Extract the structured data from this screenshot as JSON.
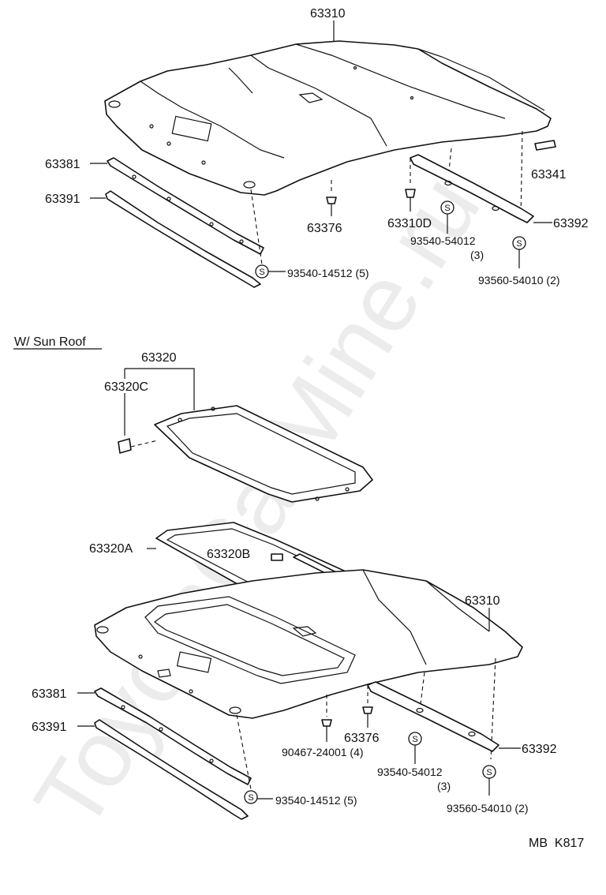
{
  "watermark": "ToyotaCarMine.ru",
  "section_heading": "W/ Sun Roof",
  "diagram_code": "MB  K817",
  "fastener_symbol": "S",
  "top_labels": {
    "headliner": "63310",
    "retainer": "63381",
    "weatherstrip": "63391",
    "clip": "63376",
    "clip_d": "63310D",
    "screw": "93540-54012",
    "screw_qty": "(3)",
    "pad": "63341",
    "bracket": "63392",
    "screw_front": "93540-14512 (5)",
    "screw_rear": "93560-54010 (2)"
  },
  "bottom_labels": {
    "trim_panel": "63320",
    "trim_clip": "63320C",
    "garnish": "63320A",
    "garnish_b": "63320B",
    "headliner": "63310",
    "retainer": "63381",
    "weatherstrip": "63391",
    "clip": "63376",
    "clip_part": "90467-24001 (4)",
    "screw": "93540-54012",
    "screw_qty": "(3)",
    "bracket": "63392",
    "screw_front": "93540-14512 (5)",
    "screw_rear": "93560-54010 (2)"
  }
}
